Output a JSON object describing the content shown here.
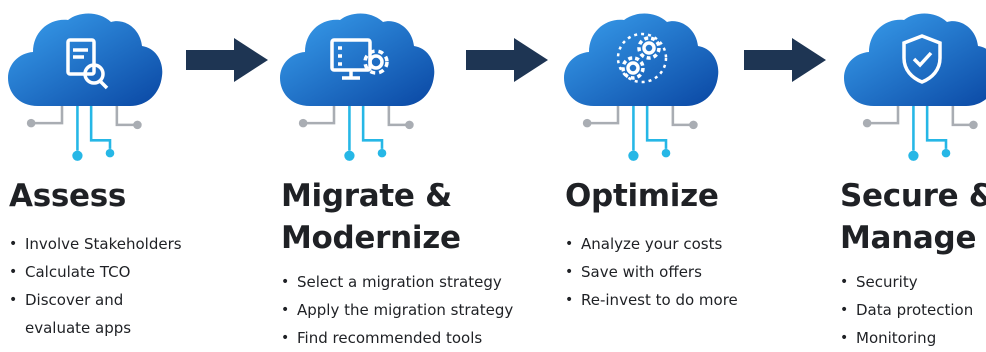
{
  "stages": [
    {
      "title": "Assess",
      "icon": "document-search-icon",
      "bullets": [
        "Involve Stakeholders",
        "Calculate TCO",
        "Discover and evaluate apps"
      ]
    },
    {
      "title_line1": "Migrate &",
      "title_line2": "Modernize",
      "icon": "monitor-gear-icon",
      "bullets": [
        "Select a migration strategy",
        "Apply the migration strategy",
        "Find recommended tools"
      ]
    },
    {
      "title": "Optimize",
      "icon": "gears-icon",
      "bullets": [
        "Analyze your costs",
        "Save with offers",
        "Re-invest to do more"
      ]
    },
    {
      "title_line1": "Secure &",
      "title_line2": "Manage",
      "icon": "shield-check-icon",
      "bullets": [
        "Security",
        "Data protection",
        "Monitoring"
      ]
    }
  ],
  "colors": {
    "cloud_light": "#2f8fe0",
    "cloud_dark": "#0a4aa8",
    "arrow": "#1e3553",
    "circuit_gray": "#a9adb3",
    "circuit_cyan": "#26b7e6",
    "text": "#1f2125"
  }
}
